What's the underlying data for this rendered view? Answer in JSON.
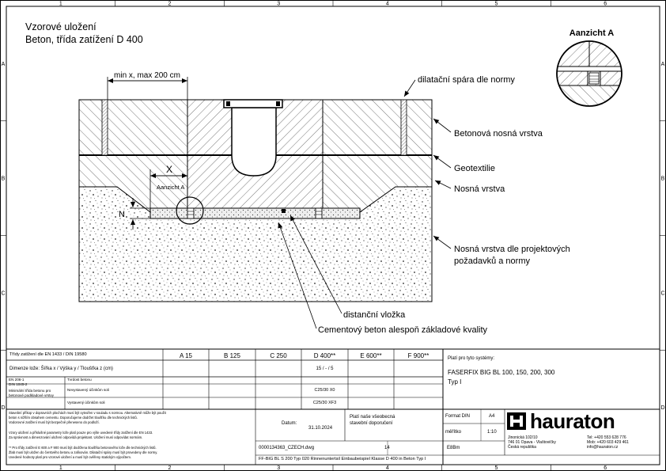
{
  "title": {
    "line1": "Vzorové uložení",
    "line2": "Beton, třída zatížení D 400"
  },
  "detail": {
    "label": "Aanzicht A"
  },
  "drawing": {
    "dim_label": "min x, max 200 cm",
    "x_label": "X",
    "n_label": "N",
    "aanzicht_callout": "Aanzicht A",
    "callouts": [
      "dilatační spára dle normy",
      "Betonová nosná vrstva",
      "Geotextilie",
      "Nosná vrstva",
      "Nosná vrstva dle projektových",
      "požadavků a normy",
      "distanční vložka",
      "Cementový beton alespoň základové kvality"
    ]
  },
  "frame": {
    "col_numbers": [
      "1",
      "2",
      "3",
      "4",
      "5",
      "6"
    ],
    "row_letters": [
      "A",
      "B",
      "C",
      "D"
    ]
  },
  "titleblock": {
    "load_header": "Třídy zatížení dle EN 1433 / DIN 19580",
    "load_classes": [
      "A 15",
      "B 125",
      "C 250",
      "D 400**",
      "E 600**",
      "F 900**"
    ],
    "row2_label": "Dimenze lože:  Šířka x / Výška y / Tloušťka z (cm)",
    "row2_value": "15 / - / 5",
    "row3a": "EN 206-1",
    "row3b": "DIN 1045-2",
    "row3c": "Tvrdost betonu",
    "row3d": "Minimální třída betonu pro",
    "row3e": "betonové podkladové vrstvy",
    "row3f": "Nevystavený účinkům soli",
    "row3g": "Vystavený účinkům soli",
    "conc1": "C25/30 X0",
    "conc2": "C25/30 XF3",
    "notes": [
      "Stavební příkop v dopravních plochách musí být vytvořen v souladu s normou. Alternativně může být použit",
      "beton s nižším obsahem cementu. Doporučujeme dodržet tloušťku dle technických listů.",
      "Vodorovné zatížení musí být bezpečně přeneseno do podloží.",
      "Vzory uložení a příslušné parametry lože platí pouze pro výše uvedené třídy zatížení dle EN 1433.",
      "Za správnost a dimenzování uložení odpovídá projektant. Uložení musí odpovídat normám.",
      "** Pro třídy zatížení E 600 a F 900 musí být dodržena tloušťka betonového lože dle technických listů.",
      "Žlab musí být uložen do čerstvého betonu a zafixován. Dilatační spáry musí být provedeny dle normy.",
      "Uvedené hodnoty platí pro vzorové uložení a musí být ověřeny statickým výpočtem."
    ],
    "date_label": "Datum:",
    "date_value": "31.10.2024",
    "suitable_label": "Platí pro tyto systémy:",
    "product_line1": "FASERFIX BIG BL  100, 150, 200, 300",
    "product_line2": "Typ I",
    "disclaimer_line1": "Platí naše všeobecná",
    "disclaimer_line2": "stavební doporučení",
    "format_label": "Format DIN",
    "format_value": "A4",
    "scale_label": "měřítko",
    "scale_value": "1:10",
    "file_name": "0000134363_CZECH.dwg",
    "sheet_no": "14",
    "status": "E8Bm",
    "footer_title": "FF-BIG BL S 200 Typ 020 Rinnenuntertsil Einbaubeispiel Klasse D 400 in Beton Typ I",
    "brand": "hauraton",
    "address": [
      "Jinonická 102/10",
      "746 01 Opava - Vlaštovičky",
      "Česká republika"
    ],
    "contact": [
      "Tel: +420 553 628 776",
      "Mob: +420 603 429 461",
      "info@hauraton.cz"
    ]
  }
}
